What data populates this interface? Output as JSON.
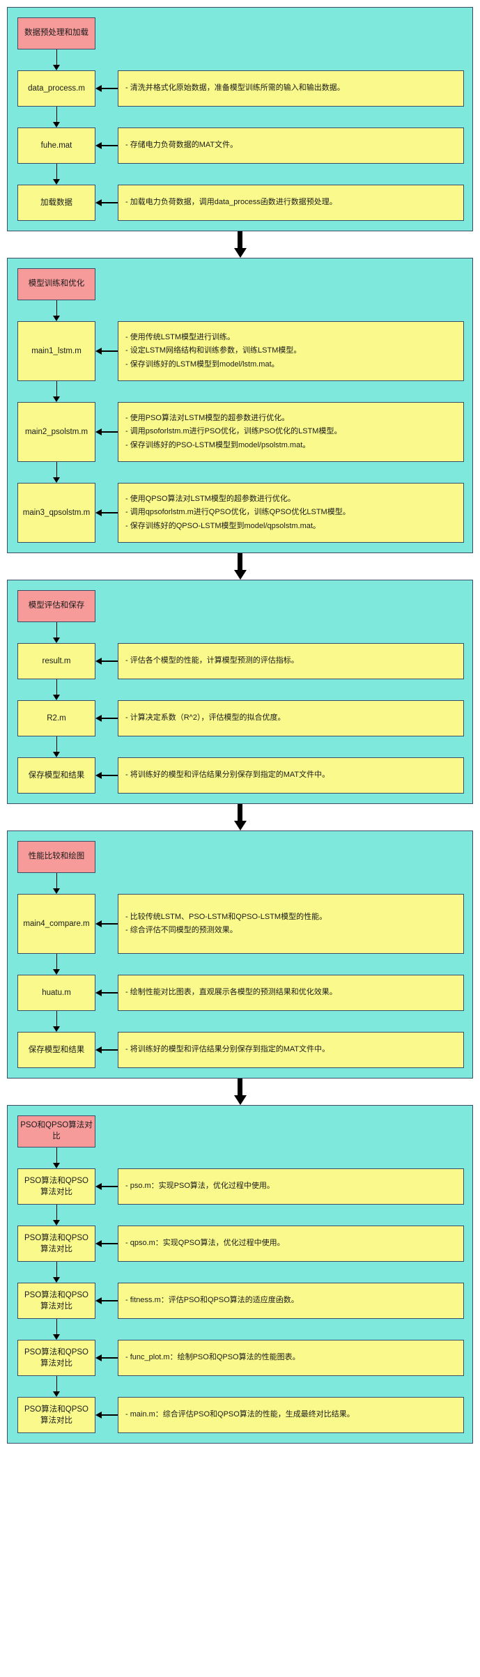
{
  "diagram": {
    "type": "flowchart",
    "title_visible": false,
    "colors": {
      "cluster_background": "#7FE8DC",
      "section_header_fill": "#F79A9A",
      "node_fill": "#FAFA8C",
      "border": "#3b4a66",
      "arrow": "#000000"
    },
    "sections": [
      {
        "id": "data-preprocessing",
        "header": "数据预处理和加载",
        "steps": [
          {
            "node": "data_process.m",
            "lines": [
              "- 清洗并格式化原始数据，准备模型训练所需的输入和输出数据。"
            ]
          },
          {
            "node": "fuhe.mat",
            "lines": [
              "- 存储电力负荷数据的MAT文件。"
            ]
          },
          {
            "node": "加载数据",
            "lines": [
              "- 加载电力负荷数据，调用data_process函数进行数据预处理。"
            ]
          }
        ]
      },
      {
        "id": "model-training",
        "header": "模型训练和优化",
        "steps": [
          {
            "node": "main1_lstm.m",
            "lines": [
              "- 使用传统LSTM模型进行训练。",
              "- 设定LSTM网络结构和训练参数，训练LSTM模型。",
              "- 保存训练好的LSTM模型到model/lstm.mat。"
            ]
          },
          {
            "node": "main2_psolstm.m",
            "lines": [
              "- 使用PSO算法对LSTM模型的超参数进行优化。",
              "- 调用psoforlstm.m进行PSO优化，训练PSO优化的LSTM模型。",
              "- 保存训练好的PSO-LSTM模型到model/psolstm.mat。"
            ]
          },
          {
            "node": "main3_qpsolstm.m",
            "lines": [
              "- 使用QPSO算法对LSTM模型的超参数进行优化。",
              "- 调用qpsoforlstm.m进行QPSO优化，训练QPSO优化LSTM模型。",
              "- 保存训练好的QPSO-LSTM模型到model/qpsolstm.mat。"
            ]
          }
        ]
      },
      {
        "id": "model-evaluation",
        "header": "模型评估和保存",
        "steps": [
          {
            "node": "result.m",
            "lines": [
              "- 评估各个模型的性能，计算模型预测的评估指标。"
            ]
          },
          {
            "node": "R2.m",
            "lines": [
              "- 计算决定系数（R^2），评估模型的拟合优度。"
            ]
          },
          {
            "node": "保存模型和结果",
            "lines": [
              "- 将训练好的模型和评估结果分别保存到指定的MAT文件中。"
            ]
          }
        ]
      },
      {
        "id": "performance-comparison",
        "header": "性能比较和绘图",
        "steps": [
          {
            "node": "main4_compare.m",
            "lines": [
              "- 比较传统LSTM、PSO-LSTM和QPSO-LSTM模型的性能。",
              "- 综合评估不同模型的预测效果。"
            ]
          },
          {
            "node": "huatu.m",
            "lines": [
              "- 绘制性能对比图表，直观展示各模型的预测结果和优化效果。"
            ]
          },
          {
            "node": "保存模型和结果",
            "lines": [
              "- 将训练好的模型和评估结果分别保存到指定的MAT文件中。"
            ]
          }
        ]
      },
      {
        "id": "pso-qpso-comparison",
        "header": "PSO和QPSO算法对比",
        "steps": [
          {
            "node": "PSO算法和QPSO\n算法对比",
            "lines": [
              "- pso.m：实现PSO算法，优化过程中使用。"
            ]
          },
          {
            "node": "PSO算法和QPSO\n算法对比",
            "lines": [
              "- qpso.m：实现QPSO算法，优化过程中使用。"
            ]
          },
          {
            "node": "PSO算法和QPSO\n算法对比",
            "lines": [
              "- fitness.m：评估PSO和QPSO算法的适应度函数。"
            ]
          },
          {
            "node": "PSO算法和QPSO\n算法对比",
            "lines": [
              "- func_plot.m：绘制PSO和QPSO算法的性能图表。"
            ]
          },
          {
            "node": "PSO算法和QPSO\n算法对比",
            "lines": [
              "- main.m：综合评估PSO和QPSO算法的性能，生成最终对比结果。"
            ]
          }
        ]
      }
    ]
  }
}
